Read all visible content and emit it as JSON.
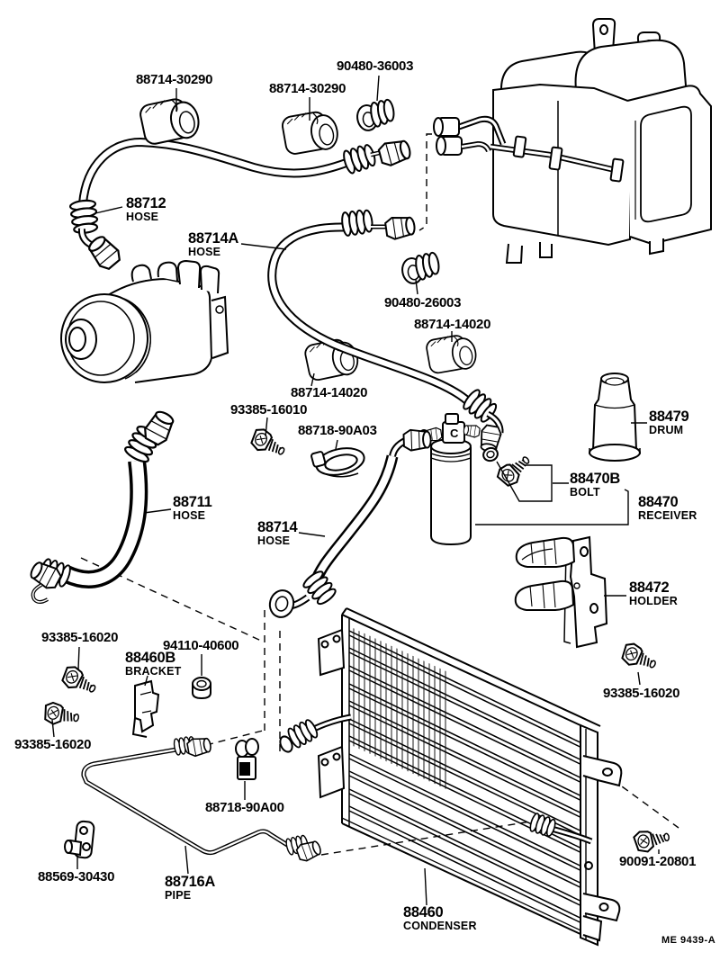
{
  "page": {
    "background": "#ffffff",
    "line_color": "#000000",
    "drawing_code": "ME 9439-A"
  },
  "markings": {
    "receiver_valve": "C"
  },
  "labels": {
    "clamp_30290_a": {
      "number": "88714-30290"
    },
    "clamp_30290_b": {
      "number": "88714-30290"
    },
    "grommet_36003": {
      "number": "90480-36003"
    },
    "hose_88712": {
      "number": "88712",
      "name": "HOSE"
    },
    "hose_88714a": {
      "number": "88714A",
      "name": "HOSE"
    },
    "grommet_26003": {
      "number": "90480-26003"
    },
    "clamp_14020_r": {
      "number": "88714-14020"
    },
    "clamp_14020_l": {
      "number": "88714-14020"
    },
    "screw_16010": {
      "number": "93385-16010"
    },
    "clamp_90a03": {
      "number": "88718-90A03"
    },
    "drum_88479": {
      "number": "88479",
      "name": "DRUM"
    },
    "bolt_88470b": {
      "number": "88470B",
      "name": "BOLT"
    },
    "receiver_88470": {
      "number": "88470",
      "name": "RECEIVER"
    },
    "hose_88711": {
      "number": "88711",
      "name": "HOSE"
    },
    "hose_88714": {
      "number": "88714",
      "name": "HOSE"
    },
    "holder_88472": {
      "number": "88472",
      "name": "HOLDER"
    },
    "screw_16020_right": {
      "number": "93385-16020"
    },
    "screw_16020_top": {
      "number": "93385-16020"
    },
    "nut_40600": {
      "number": "94110-40600"
    },
    "bracket_88460b": {
      "number": "88460B",
      "name": "BRACKET"
    },
    "screw_16020_bottom": {
      "number": "93385-16020"
    },
    "clamp_90a00": {
      "number": "88718-90A00"
    },
    "clamp_30430": {
      "number": "88569-30430"
    },
    "pipe_88716a": {
      "number": "88716A",
      "name": "PIPE"
    },
    "condenser_88460": {
      "number": "88460",
      "name": "CONDENSER"
    },
    "bolt_20801": {
      "number": "90091-20801"
    }
  }
}
